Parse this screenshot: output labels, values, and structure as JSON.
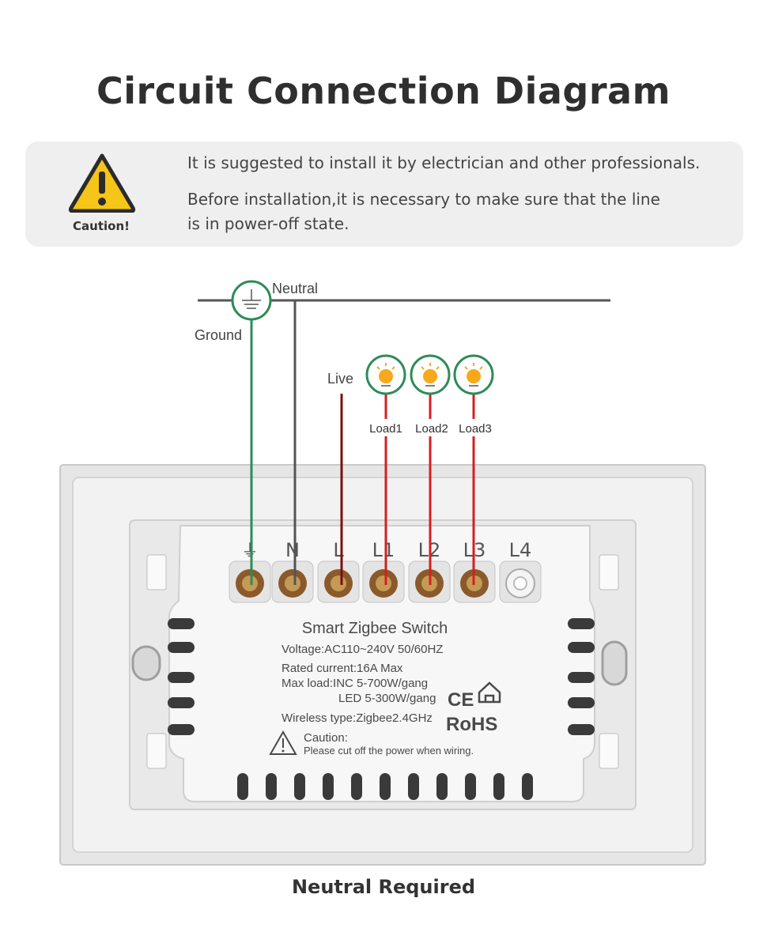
{
  "title": "Circuit Connection Diagram",
  "caution": {
    "label": "Caution!",
    "line1": "It is suggested to install it by electrician and other professionals.",
    "line2": "Before installation,it is necessary to make sure that the line is in power-off state."
  },
  "wires": {
    "neutral": "Neutral",
    "ground": "Ground",
    "live": "Live",
    "load1": "Load1",
    "load2": "Load2",
    "load3": "Load3"
  },
  "terminals": [
    "⏚",
    "N",
    "L",
    "L1",
    "L2",
    "L3",
    "L4"
  ],
  "label_plate": {
    "title": "Smart Zigbee Switch",
    "voltage": "Voltage:AC110~240V   50/60HZ",
    "current": "Rated current:16A Max",
    "max_load": "Max load:INC 5-700W/gang",
    "led": "LED 5-300W/gang",
    "wireless": "Wireless type:Zigbee2.4GHz",
    "rohs": "RoHS",
    "ce": "CE",
    "caution_title": "Caution:",
    "caution_text": "Please cut off the power when wiring."
  },
  "footer": "Neutral Required",
  "colors": {
    "ground_wire": "#2e8b57",
    "neutral_wire": "#555555",
    "live_wire": "#7a1010",
    "load_wire": "#d42020",
    "bulb": "#f7a81b",
    "warning": "#f5c518"
  },
  "icons": [
    "warning-icon",
    "ground-symbol-icon",
    "bulb-icon",
    "ce-mark-icon",
    "house-icon"
  ]
}
